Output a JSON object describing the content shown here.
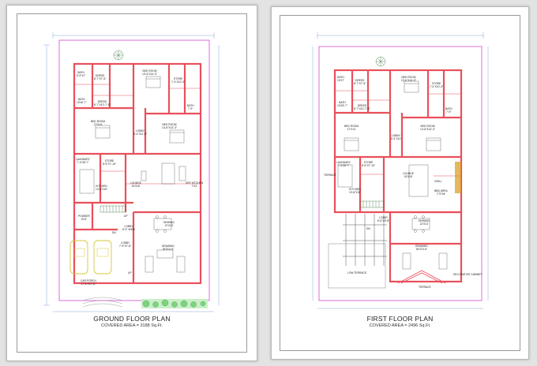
{
  "colors": {
    "wall": "#e8505b",
    "boundary": "#d24bd2",
    "furniture": "#555555",
    "dimension": "#6b8fd6",
    "stair": "#3c6e3c",
    "garden": "#4caf50",
    "car": "#e8e84a",
    "deco": "#d99a1a"
  },
  "ground_floor": {
    "title": "GROUND FLOOR PLAN",
    "covered_area": "COVERED AREA = 3188 Sq.Ft.",
    "rooms": [
      {
        "name": "BED ROOM",
        "size": "13'-6\"X14'-9\""
      },
      {
        "name": "BATH",
        "size": "5'-9\"X7'"
      },
      {
        "name": "DRESS",
        "size": "8'-7\"X7'-5\""
      },
      {
        "name": "STORE",
        "size": "7'-4\"X10'-3\""
      },
      {
        "name": "BATH",
        "size": "10'x8'-7\""
      },
      {
        "name": "DRESS",
        "size": "8'-7\"X10'-7'-5\""
      },
      {
        "name": "BATH",
        "size": "7'-9\""
      },
      {
        "name": "BED ROOM",
        "size": "17'X14'"
      },
      {
        "name": "LOBBY",
        "size": "8'-4\"X11'-5\""
      },
      {
        "name": "BED ROOM",
        "size": "14'-8\"X13'-3\""
      },
      {
        "name": "LAUNDARY",
        "size": "7'-4\"X8'-7\""
      },
      {
        "name": "STORE",
        "size": "8'-9\"X7'-10\""
      },
      {
        "name": "KITCHEN",
        "size": "13'-8\"X15'"
      },
      {
        "name": "LOUNGE",
        "size": "24'X18'"
      },
      {
        "name": "DRY KITCHEN",
        "size": "7'X3'"
      },
      {
        "name": "UP",
        "size": ""
      },
      {
        "name": "DINNING",
        "size": "12'X13'"
      },
      {
        "name": "LOBBY",
        "size": "8'-3\" WIDE"
      },
      {
        "name": "POWDER",
        "size": "5'X4'"
      },
      {
        "name": "LOBBY",
        "size": "7'-9\"X7'-8\""
      },
      {
        "name": "DN",
        "size": ""
      },
      {
        "name": "DRAWING",
        "size": "18'X13'-6\""
      },
      {
        "name": "CAR PORCH",
        "size": "17'-6\"X17'-6\""
      },
      {
        "name": "UP",
        "size": ""
      }
    ]
  },
  "first_floor": {
    "title": "FIRST FLOOR PLAN",
    "covered_area": "COVERED AREA = 2496 Sq.Ft.",
    "rooms": [
      {
        "name": "BED ROOM",
        "size": "13'-6\"X14'-9\""
      },
      {
        "name": "BATH",
        "size": "10'X7'"
      },
      {
        "name": "DRESS",
        "size": "8'-7\"X7'-5\""
      },
      {
        "name": "STORE",
        "size": "7'-4\"X10'-3\""
      },
      {
        "name": "BATH",
        "size": "10'X8'-7\""
      },
      {
        "name": "DRESS",
        "size": "8'-7\"X10'-7'-5\""
      },
      {
        "name": "BATH",
        "size": "7'-9\""
      },
      {
        "name": "BED ROOM",
        "size": "17'X14'"
      },
      {
        "name": "LOBBY",
        "size": "8'-4\"X11'"
      },
      {
        "name": "BED ROOM",
        "size": "14'-8\"X13'-3\""
      },
      {
        "name": "LAUNDARY",
        "size": "7'-4\"X8'-7\""
      },
      {
        "name": "STORE",
        "size": "8'-9\"X7'-10\""
      },
      {
        "name": "TERRACE",
        "size": ""
      },
      {
        "name": "LOUNGE",
        "size": "24'X18'"
      },
      {
        "name": "KITCHEN",
        "size": "13'-8\"X15'"
      },
      {
        "name": "BBQ AREA",
        "size": "7'-9\"X8'"
      },
      {
        "name": "GRILL",
        "size": "GRILL"
      },
      {
        "name": "LOBBY",
        "size": "8'-6\"X9'-8\""
      },
      {
        "name": "DINNING",
        "size": "12'X13'"
      },
      {
        "name": "DN",
        "size": ""
      },
      {
        "name": "DRAWING",
        "size": "18'X13'-6\""
      },
      {
        "name": "LOW TERRACE",
        "size": ""
      },
      {
        "name": "DECORATIVE CABINET",
        "size": ""
      },
      {
        "name": "TERRACE",
        "size": ""
      }
    ]
  }
}
